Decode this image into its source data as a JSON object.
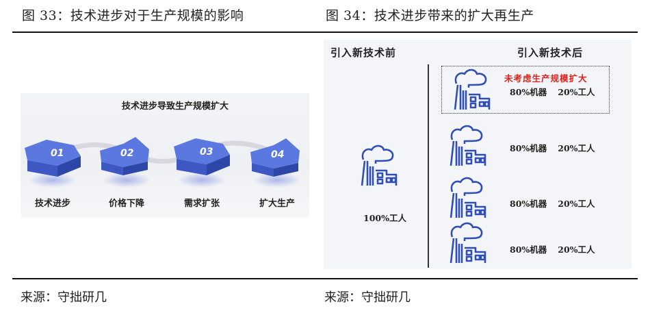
{
  "figure33": {
    "title": "图 33：技术进步对于生产规模的影响",
    "diagram_heading": "技术进步导致生产规模扩大",
    "steps": [
      {
        "number": "01",
        "label": "技术进步"
      },
      {
        "number": "02",
        "label": "价格下降"
      },
      {
        "number": "03",
        "label": "需求扩张"
      },
      {
        "number": "04",
        "label": "扩大生产"
      }
    ],
    "source": "来源：守拙研几",
    "accent_color": "#3f5fd0"
  },
  "figure34": {
    "title": "图 34：技术进步带来的扩大再生产",
    "before": {
      "heading": "引入新技术前",
      "factory_label": "100%工人"
    },
    "after": {
      "heading": "引入新技术后",
      "highlight_note": "未考虑生产规模扩大",
      "rows": [
        {
          "machines": "80%机器",
          "workers": "20%工人"
        },
        {
          "machines": "80%机器",
          "workers": "20%工人"
        },
        {
          "machines": "80%机器",
          "workers": "20%工人"
        },
        {
          "machines": "80%机器",
          "workers": "20%工人"
        }
      ]
    },
    "icon": "factory-icon",
    "icon_color": "#2f4fb5",
    "note_color": "#e0201b",
    "source": "来源：守拙研几"
  }
}
